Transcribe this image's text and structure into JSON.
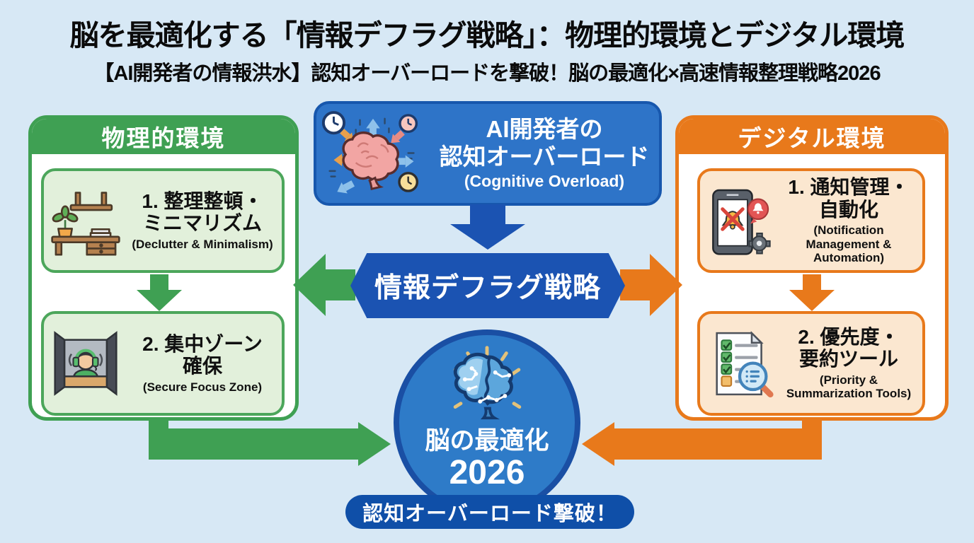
{
  "title": "脳を最適化する「情報デフラグ戦略」：物理的環境とデジタル環境",
  "subtitle": "【AI開発者の情報洪水】認知オーバーロードを撃破！脳の最適化×高速情報整理戦略2026",
  "left_panel": {
    "header": "物理的環境",
    "items": [
      {
        "line1": "1. 整理整頓・",
        "line2": "ミニマリズム",
        "sub": "(Declutter & Minimalism)",
        "icon": "desk-minimalism-icon"
      },
      {
        "line1": "2. 集中ゾーン",
        "line2": "確保",
        "sub": "(Secure Focus Zone)",
        "icon": "focus-booth-icon"
      }
    ]
  },
  "right_panel": {
    "header": "デジタル環境",
    "items": [
      {
        "line1": "1. 通知管理・",
        "line2": "自動化",
        "sub": "(Notification Management & Automation)",
        "icon": "phone-notification-muted-icon"
      },
      {
        "line1": "2. 優先度・",
        "line2": "要約ツール",
        "sub": "(Priority & Summarization Tools)",
        "icon": "checklist-magnifier-icon"
      }
    ]
  },
  "center": {
    "overload_box": {
      "line1": "AI開発者の",
      "line2": "認知オーバーロード",
      "sub": "(Cognitive Overload)",
      "icon": "overloaded-brain-icon"
    },
    "strategy_banner": "情報デフラグ戦略",
    "goal_circle": {
      "line1": "脳の最適化",
      "line2": "2026",
      "icon": "circuit-brain-icon"
    },
    "bottom_pill": "認知オーバーロード撃破！"
  },
  "colors": {
    "background": "#D7E8F5",
    "green": "#3FA053",
    "green_light": "#E2F0DB",
    "orange": "#E8791B",
    "orange_light": "#FBE7D0",
    "blue_box": "#2E74C8",
    "blue_dark": "#1B53B2",
    "circle_blue": "#2E7BC8",
    "pill_navy": "#0F4FA8",
    "text_black": "#0B0B0B"
  }
}
